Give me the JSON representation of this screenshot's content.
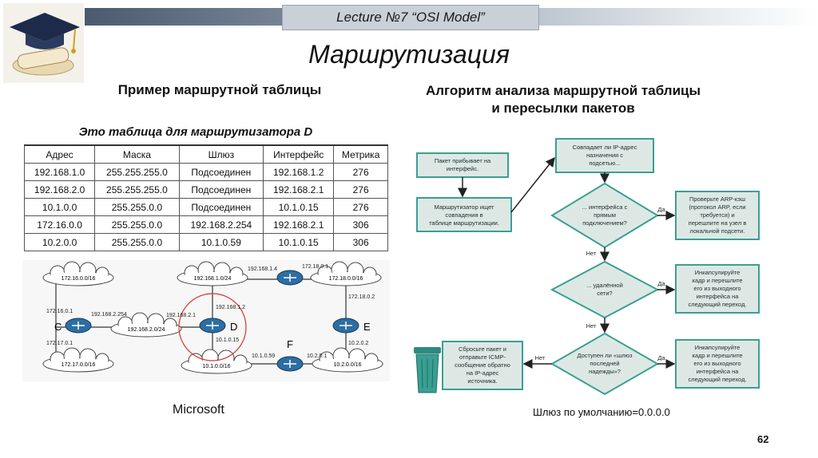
{
  "header": {
    "lecture": "Lecture  №7 “OSI Model”"
  },
  "slide": {
    "title": "Маршрутизация",
    "left_heading": "Пример маршрутной таблицы",
    "right_heading_line1": "Алгоритм анализа маршрутной таблицы",
    "right_heading_line2": "и пересылки пакетов",
    "table_caption": "Это таблица для маршрутизатора D",
    "source_note": "Microsoft",
    "default_gateway": "Шлюз по умолчанию=0.0.0.0",
    "page_number": "62"
  },
  "route_table": {
    "headers": [
      "Адрес",
      "Маска",
      "Шлюз",
      "Интерфейс",
      "Метрика"
    ],
    "rows": [
      [
        "192.168.1.0",
        "255.255.255.0",
        "Подсоединен",
        "192.168.1.2",
        "276"
      ],
      [
        "192.168.2.0",
        "255.255.255.0",
        "Подсоединен",
        "192.168.2.1",
        "276"
      ],
      [
        "10.1.0.0",
        "255.255.0.0",
        "Подсоединен",
        "10.1.0.15",
        "276"
      ],
      [
        "172.16.0.0",
        "255.255.0.0",
        "192.168.2.254",
        "192.168.2.1",
        "306"
      ],
      [
        "10.2.0.0",
        "255.255.0.0",
        "10.1.0.59",
        "10.1.0.15",
        "306"
      ]
    ]
  },
  "network": {
    "clouds": {
      "c1": "172.16.0.0/16",
      "c2": "192.168.1.0/24",
      "c3": "172.18.0.0/16",
      "c4": "192.168.2.0/24",
      "c5": "172.17.0.0/16",
      "c6": "10.1.0.0/16",
      "c7": "10.2.0.0/16"
    },
    "routers": {
      "c": "C",
      "d": "D",
      "e": "E",
      "f": "F"
    },
    "labels": {
      "a1": "192.168.1.4",
      "a2": "172.18.0.1",
      "a3": "172.16.0.1",
      "a4": "192.168.2.254",
      "a5": "192.168.1.2",
      "a6": "192.168.2.1",
      "a7": "172.18.0.2",
      "a8": "172.17.0.1",
      "a9": "10.1.0.15",
      "a10": "10.2.0.2",
      "a11": "10.1.0.59",
      "a12": "10.2.0.1"
    }
  },
  "flowchart": {
    "packet_arrives": [
      "Пакет прибывает на",
      "интерфейс."
    ],
    "router_searches": [
      "Маршрутизатор ищет",
      "совпадения в",
      "таблице маршрутизации."
    ],
    "match_ip": [
      "Совпадает ли IP-адрес",
      "назначения с",
      "подсетью..."
    ],
    "q_direct": [
      "... интерфейса с",
      "прямым",
      "подключением?"
    ],
    "check_arp": [
      "Проверьте ARP-кэш",
      "(протокол ARP, если",
      "требуется) и",
      "перешлите на узел в",
      "локальной подсети."
    ],
    "q_remote": [
      "... удалённой",
      "сети?"
    ],
    "encap1": [
      "Инкапсулируйте",
      "кадр и перешлите",
      "его из выходного",
      "интерфейса на",
      "следующий переход."
    ],
    "q_gateway": [
      "Доступен ли «шлюз",
      "последней",
      "надежды»?"
    ],
    "encap2": [
      "Инкапсулируйте",
      "кадр и перешлите",
      "его из выходного",
      "интерфейса на",
      "следующий переход."
    ],
    "drop_packet": [
      "Сбросьте пакет и",
      "отправьте ICMP-",
      "сообщение обратно",
      "на IP-адрес",
      "источника."
    ],
    "yes1": "Да",
    "yes2": "Да",
    "yes3": "Да",
    "no1": "Нет",
    "no2": "Нет",
    "no3": "Нет"
  },
  "colors": {
    "flow_fill": "#dde8e5",
    "flow_stroke": "#3a9f93",
    "accent_circle": "#d9332b"
  }
}
